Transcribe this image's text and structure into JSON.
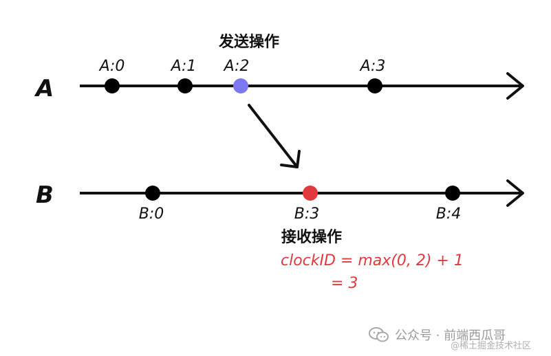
{
  "colors": {
    "line": "#111111",
    "event_dot": "#000000",
    "send_dot": "#7b78f0",
    "receive_dot": "#e0393e",
    "formula_text": "#e0393e",
    "watermark": "#9a9a9a"
  },
  "timeline_a": {
    "name": "A",
    "events": [
      "A:0",
      "A:1",
      "A:2",
      "A:3"
    ]
  },
  "timeline_b": {
    "name": "B",
    "events": [
      "B:0",
      "B:3",
      "B:4"
    ]
  },
  "send_caption": "发送操作",
  "receive_caption": "接收操作",
  "formula_line1": "clockID = max(0, 2) + 1",
  "formula_line2": "= 3",
  "watermark": {
    "icon": "wechat-icon",
    "text": "公众号 · 前端西瓜哥",
    "sub": "@稀土掘金技术社区"
  }
}
